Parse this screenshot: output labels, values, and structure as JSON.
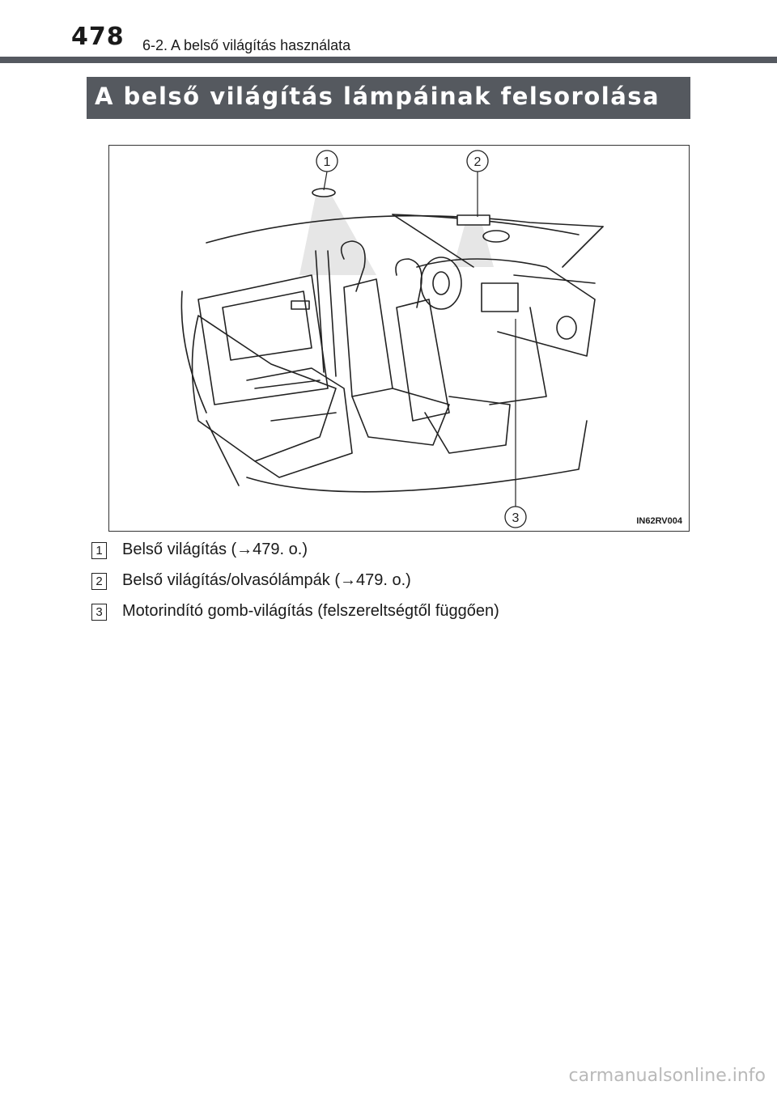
{
  "header": {
    "page_number": "478",
    "section_path": "6-2. A belső világítás használata"
  },
  "section": {
    "title": "A belső világítás lámpáinak felsorolása"
  },
  "figure": {
    "callouts": [
      "1",
      "2",
      "3"
    ],
    "code": "IN62RV004"
  },
  "legend": {
    "items": [
      {
        "number": "1",
        "text": "Belső világítás (→479. o.)"
      },
      {
        "number": "2",
        "text": "Belső világítás/olvasólámpák (→479. o.)"
      },
      {
        "number": "3",
        "text": "Motorindító gomb-világítás (felszereltségtől függően)"
      }
    ]
  },
  "footer": {
    "watermark": "carmanualsonline.info"
  }
}
